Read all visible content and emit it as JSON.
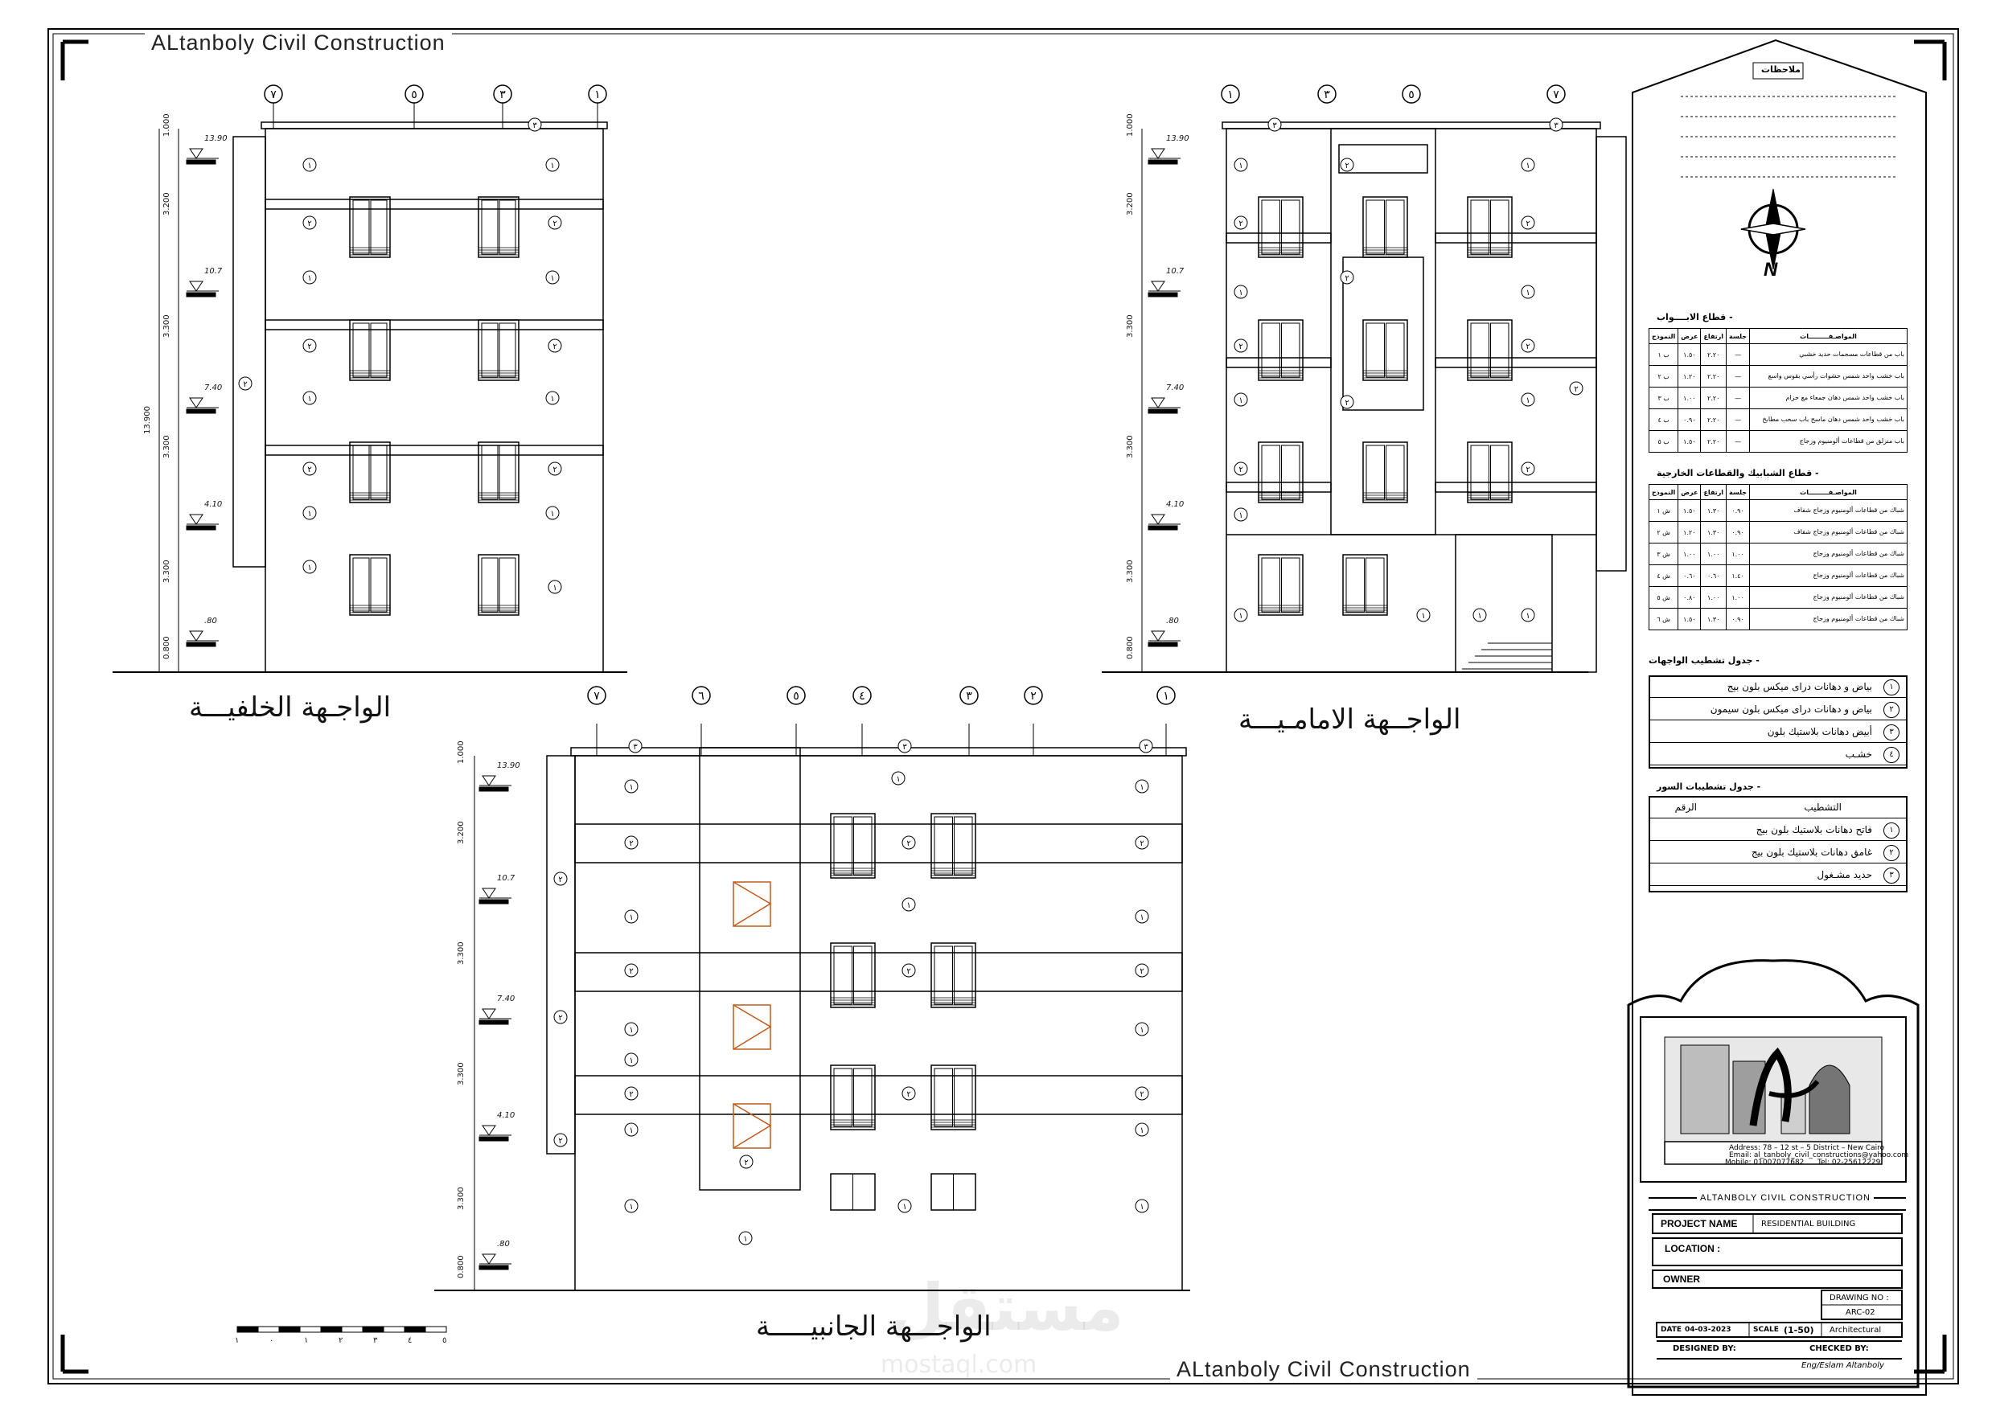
{
  "brand": {
    "top": "ALtanboly Civil Construction",
    "bottom": "ALtanboly Civil Construction"
  },
  "elevations": {
    "rear_title": "الواجـهة الخلفيـــة",
    "front_title": "الواجــهة الامامـيـــة",
    "side_title": "الواجـــهة الجانبيـــــة"
  },
  "levels": {
    "roof": "13.90",
    "third": "10.7",
    "second": "7.40",
    "first": "4.10",
    "ground": ".80",
    "total": "13.900"
  },
  "dims": {
    "parapet": "1.000",
    "floor_top": "3.200",
    "floor": "3.300",
    "plinth": "0.800"
  },
  "grid_axes": {
    "rear": [
      "٧",
      "٥",
      "٣",
      "١"
    ],
    "front": [
      "١",
      "٣",
      "٥",
      "٧"
    ],
    "side": [
      "٧",
      "٦",
      "٥",
      "٤",
      "٣",
      "٢",
      "١"
    ]
  },
  "tags": {
    "t1": "١",
    "t2": "٢",
    "t3": "٣",
    "t4": "٤"
  },
  "scale_bar": [
    "١",
    "٠",
    "١",
    "٢",
    "٣",
    "٤",
    "٥"
  ],
  "notes": {
    "title": "ملاحظات"
  },
  "north": {
    "label": "N"
  },
  "doors_table": {
    "title": "- قطاع الابــــواب",
    "headers": [
      "المواصـفـــــــــات",
      "جلسة",
      "ارتفاع",
      "عرض",
      "النموذج"
    ],
    "rows": [
      [
        "باب من قطاعات مسجمات حديد خشبي",
        "—",
        "٢.٢٠",
        "١.٥٠",
        "ب ١"
      ],
      [
        "باب خشب واحد شمس حشوات رأسي بقوس واسع",
        "—",
        "٢.٢٠",
        "١.٢٠",
        "ب ٢"
      ],
      [
        "باب خشب واحد شمس دهان جمعاء مع حزام",
        "—",
        "٢.٢٠",
        "١.٠٠",
        "ب ٣"
      ],
      [
        "باب خشب واحد شمس دهان ماسح باب سحب مطابخ",
        "—",
        "٢.٢٠",
        "٠.٩٠",
        "ب ٤"
      ],
      [
        "باب منزلق من قطاعات ألومنيوم وزجاج",
        "—",
        "٢.٢٠",
        "١.٥٠",
        "ب ٥"
      ]
    ]
  },
  "windows_table": {
    "title": "- قطاع الشبابيك والقطاعات الخارجية",
    "headers": [
      "المواصـفـــــــــات",
      "جلسة",
      "ارتفاع",
      "عرض",
      "النموذج"
    ],
    "rows": [
      [
        "شباك من قطاعات ألومنيوم وزجاج شفاف",
        "٠.٩٠",
        "١.٣٠",
        "١.٥٠",
        "ش ١"
      ],
      [
        "شباك من قطاعات ألومنيوم وزجاج شفاف",
        "٠.٩٠",
        "١.٣٠",
        "١.٢٠",
        "ش ٢"
      ],
      [
        "شباك من قطاعات ألومنيوم وزجاج",
        "١.٠٠",
        "١.٠٠",
        "١.٠٠",
        "ش ٣"
      ],
      [
        "شباك من قطاعات ألومنيوم وزجاج",
        "١.٤٠",
        "٠.٦٠",
        "٠.٦٠",
        "ش ٤"
      ],
      [
        "شباك من قطاعات ألومنيوم وزجاج",
        "١.٠٠",
        "١.٠٠",
        "٠.٨٠",
        "ش ٥"
      ],
      [
        "شباك من قطاعات ألومنيوم وزجاج",
        "٠.٩٠",
        "١.٣٠",
        "١.٥٠",
        "ش ٦"
      ]
    ]
  },
  "facade_finishes": {
    "title": "- جدول تشطيب الواجهات",
    "items": [
      {
        "n": "١",
        "text": "بياض و دهانات دراى ميكس بلون بيج"
      },
      {
        "n": "٢",
        "text": "بياض و دهانات دراى ميكس بلون سيمون"
      },
      {
        "n": "٣",
        "text": "أبيض دهانات بلاستيك بلون"
      },
      {
        "n": "٤",
        "text": "خشـب"
      }
    ]
  },
  "fence_finishes": {
    "title": "- جدول تشطيبات السور",
    "headers": [
      "الرقم",
      "التشطيب"
    ],
    "items": [
      {
        "n": "١",
        "text": "فاتح    دهانات بلاستيك بلون بيج"
      },
      {
        "n": "٢",
        "text": "غامق    دهانات بلاستيك بلون بيج"
      },
      {
        "n": "٣",
        "text": "حديد مشـغول"
      }
    ]
  },
  "title_block": {
    "address": "Address: 78 – 12 st – 5 District – New Cairo",
    "email": "Email: al_tanboly_civil_constructions@yahoo.com",
    "mobile": "Mobile: 01007077682",
    "tel": "Tel: 02-25612229",
    "company": "ALTANBOLY CIVIL CONSTRUCTION",
    "project_label": "PROJECT NAME",
    "project_value": "RESIDENTIAL BUILDING",
    "location_label": "LOCATION :",
    "owner_label": "OWNER",
    "drawing_no_label": "DRAWING NO :",
    "drawing_no_value": "ARC-02",
    "date_label": "DATE",
    "date_value": "04-03-2023",
    "scale_label": "SCALE",
    "scale_value": "(1-50)",
    "discipline": "Architectural",
    "designed_label": "DESIGNED BY:",
    "checked_label": "CHECKED BY:",
    "checked_value": "Eng/Eslam Altanboly"
  },
  "watermark": {
    "arabic": "مستقل",
    "latin": "mostaql.com"
  },
  "colors": {
    "line": "#000000",
    "accent_window": "#c05a1a"
  }
}
